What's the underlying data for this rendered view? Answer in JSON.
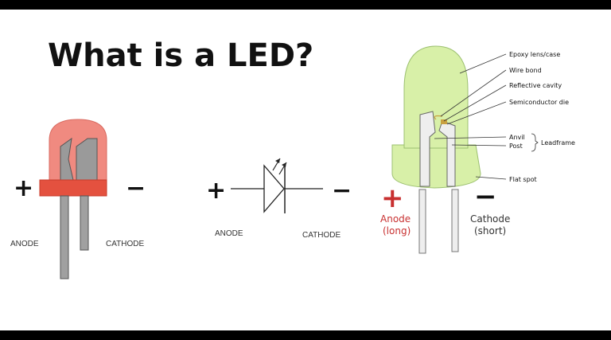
{
  "title": "What is a LED?",
  "left_diagram": {
    "plus": "+",
    "minus": "−",
    "anode_label": "ANODE",
    "cathode_label": "CATHODE"
  },
  "symbol_diagram": {
    "plus": "+",
    "minus": "−",
    "anode_label": "ANODE",
    "cathode_label": "CATHODE"
  },
  "right_diagram": {
    "plus": "+",
    "minus": "−",
    "anode_label": "Anode",
    "anode_sub": "(long)",
    "cathode_label": "Cathode",
    "cathode_sub": "(short)",
    "callouts": {
      "epoxy": "Epoxy lens/case",
      "wire_bond": "Wire bond",
      "reflective": "Reflective cavity",
      "semiconductor": "Semiconductor die",
      "anvil": "Anvil",
      "post": "Post",
      "leadframe": "Leadframe",
      "flat_spot": "Flat spot"
    }
  },
  "colors": {
    "led_red": "#f08a80",
    "led_band": "#e4513f",
    "led_green": "#d8f0a8",
    "anode_red": "#c83030"
  }
}
